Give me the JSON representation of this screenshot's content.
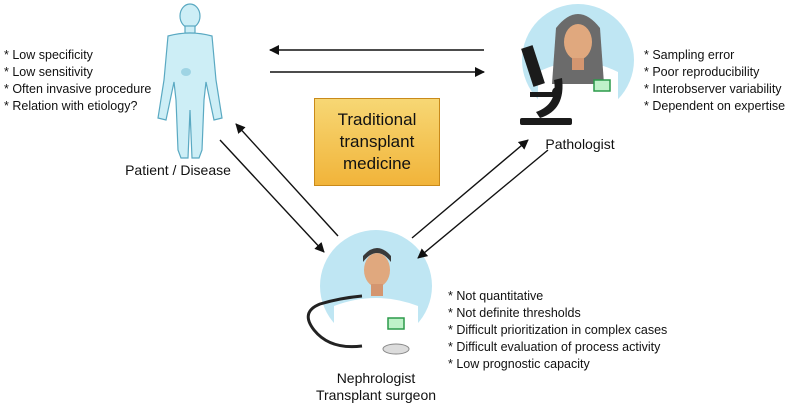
{
  "center": {
    "lines": [
      "Traditional",
      "transplant",
      "medicine"
    ]
  },
  "patient": {
    "label": "Patient / Disease",
    "points": [
      "* Low specificity",
      "* Low sensitivity",
      "* Often invasive procedure",
      "* Relation with etiology?"
    ]
  },
  "pathologist": {
    "label": "Pathologist",
    "points": [
      "* Sampling error",
      "* Poor reproducibility",
      "* Interobserver variability",
      "* Dependent on expertise"
    ]
  },
  "nephrologist": {
    "label_lines": [
      "Nephrologist",
      "Transplant surgeon"
    ],
    "points": [
      "* Not quantitative",
      "* Not definite thresholds",
      "* Difficult prioritization in complex cases",
      "* Difficult evaluation of process activity",
      "* Low prognostic capacity"
    ]
  },
  "colors": {
    "box_fill": "#f4c551",
    "body_fill": "#cdeef6",
    "circle_fill": "#bfe6f3",
    "arrow": "#111111"
  }
}
